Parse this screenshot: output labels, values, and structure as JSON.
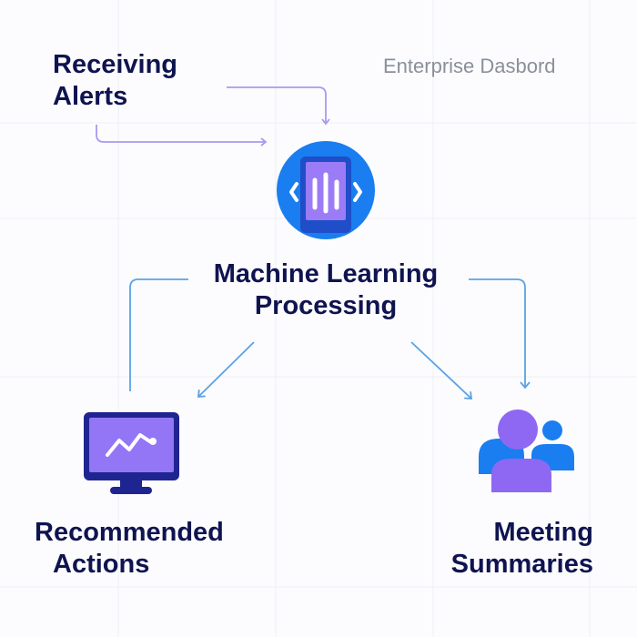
{
  "brand": {
    "text": "Enterprise Dasbord"
  },
  "nodes": {
    "receiving_alerts": {
      "line1": "Receiving",
      "line2": "Alerts"
    },
    "ml_processing": {
      "line1": "Machine Learning",
      "line2": "Processing",
      "icon": "phone-audio-bars-icon"
    },
    "recommended_actions": {
      "line1": "Recommended",
      "line2": "Actions",
      "icon": "monitor-chart-icon"
    },
    "meeting_summaries": {
      "line1": "Meeting",
      "line2": "Summaries",
      "icon": "people-group-icon"
    }
  },
  "edges": [
    {
      "from": "receiving_alerts",
      "to": "ml_processing",
      "color": "#a79af0"
    },
    {
      "from": "receiving_alerts",
      "to": "ml_processing",
      "color": "#a79af0"
    },
    {
      "from": "ml_processing",
      "to": "recommended_actions",
      "color": "#5aa2e6"
    },
    {
      "from": "ml_processing",
      "to": "meeting_summaries",
      "color": "#5aa2e6"
    },
    {
      "from": "ml_processing",
      "to": "recommended_actions",
      "color": "#5aa2e6"
    },
    {
      "from": "ml_processing",
      "to": "meeting_summaries",
      "color": "#5aa2e6"
    }
  ],
  "colors": {
    "text_dark": "#0f1450",
    "brand_gray": "#8a9099",
    "blue": "#1a7ef0",
    "navy": "#1f2a9a",
    "purple": "#8b6cf5",
    "arrow_purple": "#a79af0",
    "arrow_blue": "#5aa2e6"
  }
}
